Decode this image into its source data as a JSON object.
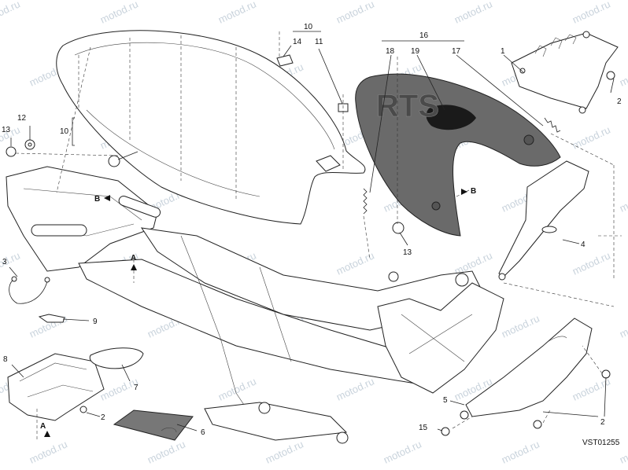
{
  "diagram": {
    "drawing_code": "VST01255",
    "watermark": "motod.ru",
    "logo_text": "RTS",
    "callouts": {
      "c1": "1",
      "c2a": "2",
      "c2b": "2",
      "c2c": "2",
      "c3": "3",
      "c4": "4",
      "c5": "5",
      "c6": "6",
      "c7": "7",
      "c8": "8",
      "c9": "9",
      "c10a": "10",
      "c10b": "10",
      "c11": "11",
      "c12": "12",
      "c13a": "13",
      "c13b": "13",
      "c14": "14",
      "c15": "15",
      "c16": "16",
      "c17": "17",
      "c18": "18",
      "c19": "19"
    },
    "refs": {
      "A1": "A",
      "A2": "A",
      "B1": "B",
      "B2": "B"
    }
  }
}
